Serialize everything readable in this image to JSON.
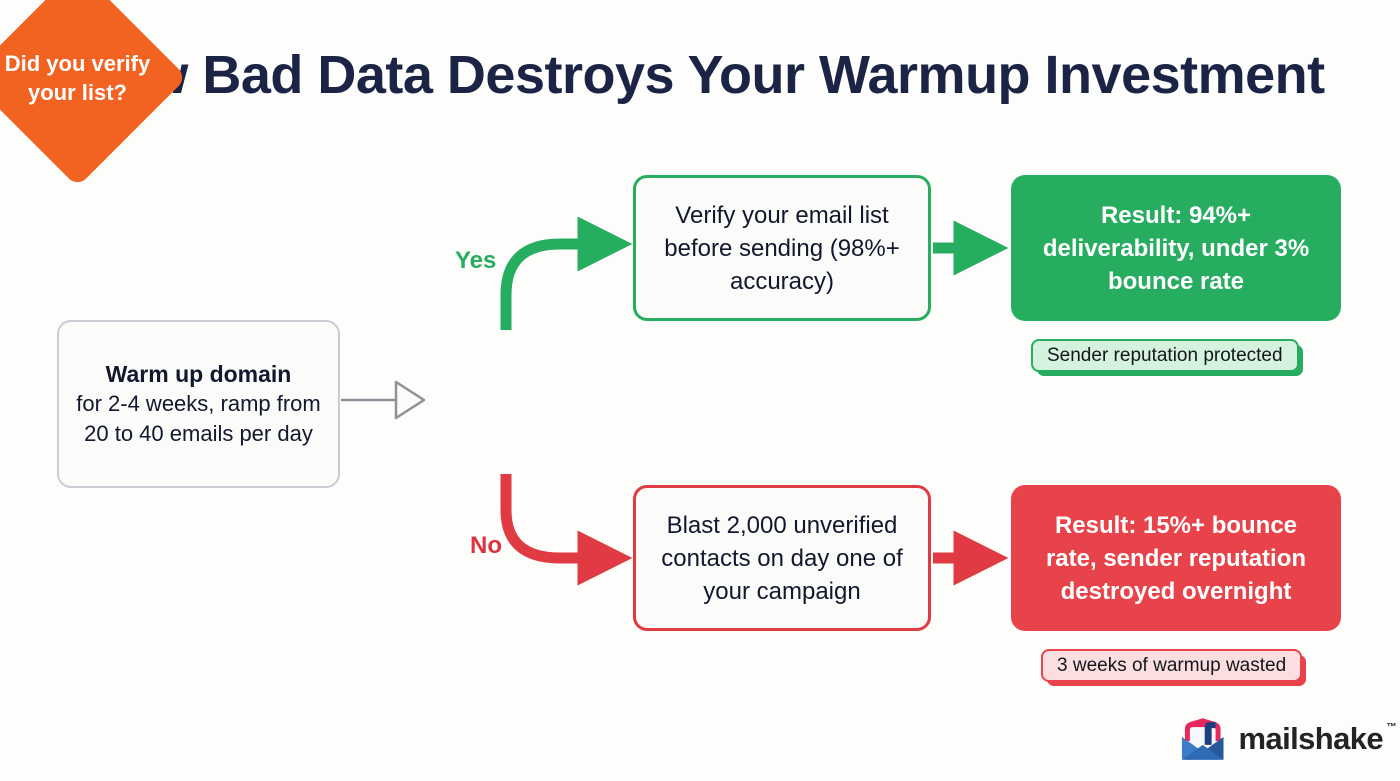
{
  "page": {
    "title": "How Bad Data Destroys Your Warmup Investment",
    "background_color": "#fdfdfb",
    "title_color": "#1b2445"
  },
  "colors": {
    "green": "#27ad60",
    "red": "#e8434a",
    "red_line": "#e03b42",
    "orange": "#f26322",
    "navy": "#12182e",
    "gray_line": "#8d9199",
    "badge_green_bg": "#d5f2de",
    "badge_red_bg": "#fbdedf"
  },
  "flow": {
    "start": {
      "name": "warm-up-domain",
      "lead": "Warm up domain",
      "body": "for 2-4 weeks, ramp from 20 to 40 emails per day"
    },
    "decision": {
      "name": "did-you-verify-your-list",
      "text": "Did you verify your list?"
    },
    "branches": {
      "yes_label": "Yes",
      "no_label": "No"
    },
    "yes_path": {
      "process": "Verify your email list before sending (98%+ accuracy)",
      "result": "Result: 94%+ deliverability, under 3% bounce rate",
      "badge": "Sender reputation protected"
    },
    "no_path": {
      "process": "Blast 2,000 unverified contacts on day one of your campaign",
      "result": "Result: 15%+ bounce rate, sender reputation destroyed overnight",
      "badge": "3 weeks of warmup wasted"
    }
  },
  "logo": {
    "wordmark": "mailshake",
    "trademark": "™",
    "mark_icon": "envelope-icon"
  }
}
